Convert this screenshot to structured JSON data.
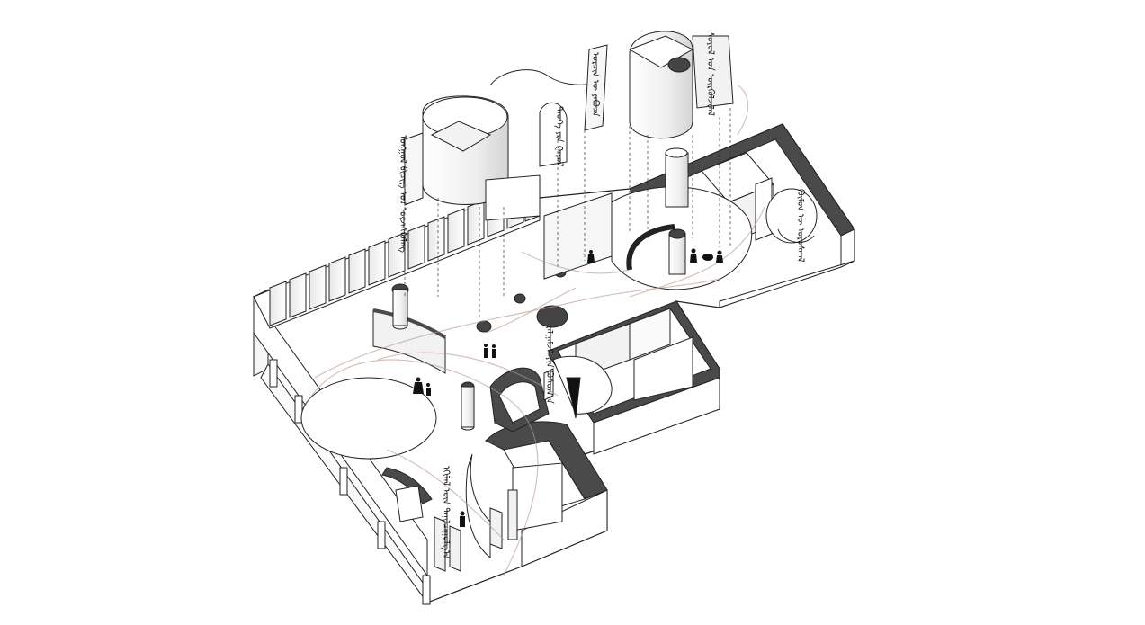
{
  "diagram": {
    "kind": "exploded axonometric exhibition floor plan",
    "colors": {
      "wall_top": "#4a4a4a",
      "wall_face": "#ffffff",
      "wall_stroke": "#222222",
      "floor": "#ffffff",
      "curve_accent": "#b59a8e",
      "guide_line": "#333333"
    },
    "vertical_labels": [
      {
        "id": "label-left",
        "text": "ᠮᠣᠩᠭᠣᠯ ᠪᠢᠴᠢᠭ ᠤᠨ ᠦᠵᠡᠰᠬᠦᠯᠡᠩ"
      },
      {
        "id": "label-mid-1",
        "text": "ᠲᠡᠦᠬᠡ ᠶᠢᠨ ᠭᠠᠷᠤᠯ"
      },
      {
        "id": "label-mid-2",
        "text": "ᠣᠷᠴᠢᠨ ᠦ ᠶᠠᠪᠤᠴᠠ"
      },
      {
        "id": "label-top-right",
        "text": "ᠰᠣᠶᠣᠯ ᠤᠨ ᠦᠷᠭᠦᠯᠵᠢᠯᠡᠯ"
      },
      {
        "id": "label-right",
        "text": "ᠬᠦᠮᠦᠨ ᠦ ᠤᠷᠤᠰᠬᠠᠯ"
      },
      {
        "id": "label-center",
        "text": "ᠵᠠᠯᠭᠠᠮᠵᠢ ᠶᠢᠨ ᠪᠣᠰᠤᠭ᠎ᠠ"
      },
      {
        "id": "label-bottom",
        "text": "ᠡᠬᠢᠯᠡᠯ ᠦᠨ ᠲᠠᠨᠢᠯᠴᠠᠭᠤᠯᠭ᠎ᠠ"
      }
    ]
  }
}
